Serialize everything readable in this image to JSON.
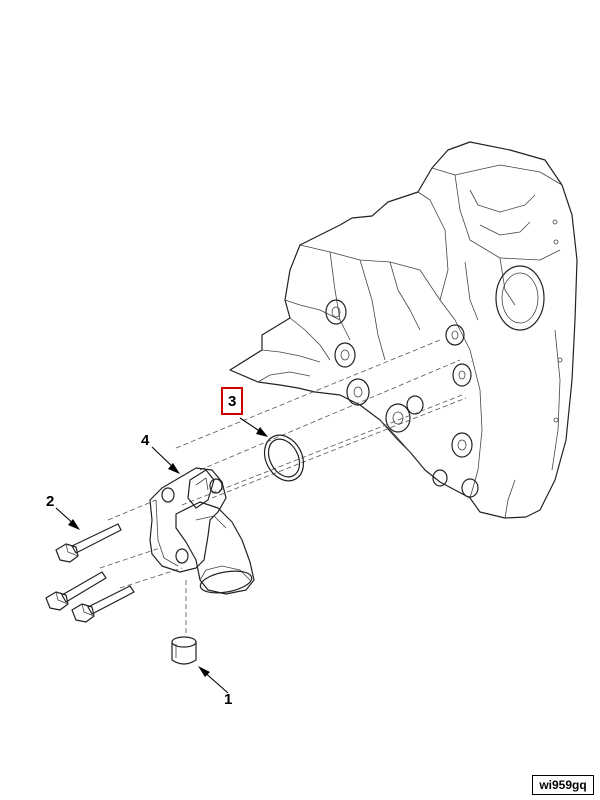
{
  "figure_id": "wi959gq",
  "callouts": {
    "c1": "1",
    "c2": "2",
    "c3": "3",
    "c4": "4"
  },
  "highlight_color": "#d00000"
}
